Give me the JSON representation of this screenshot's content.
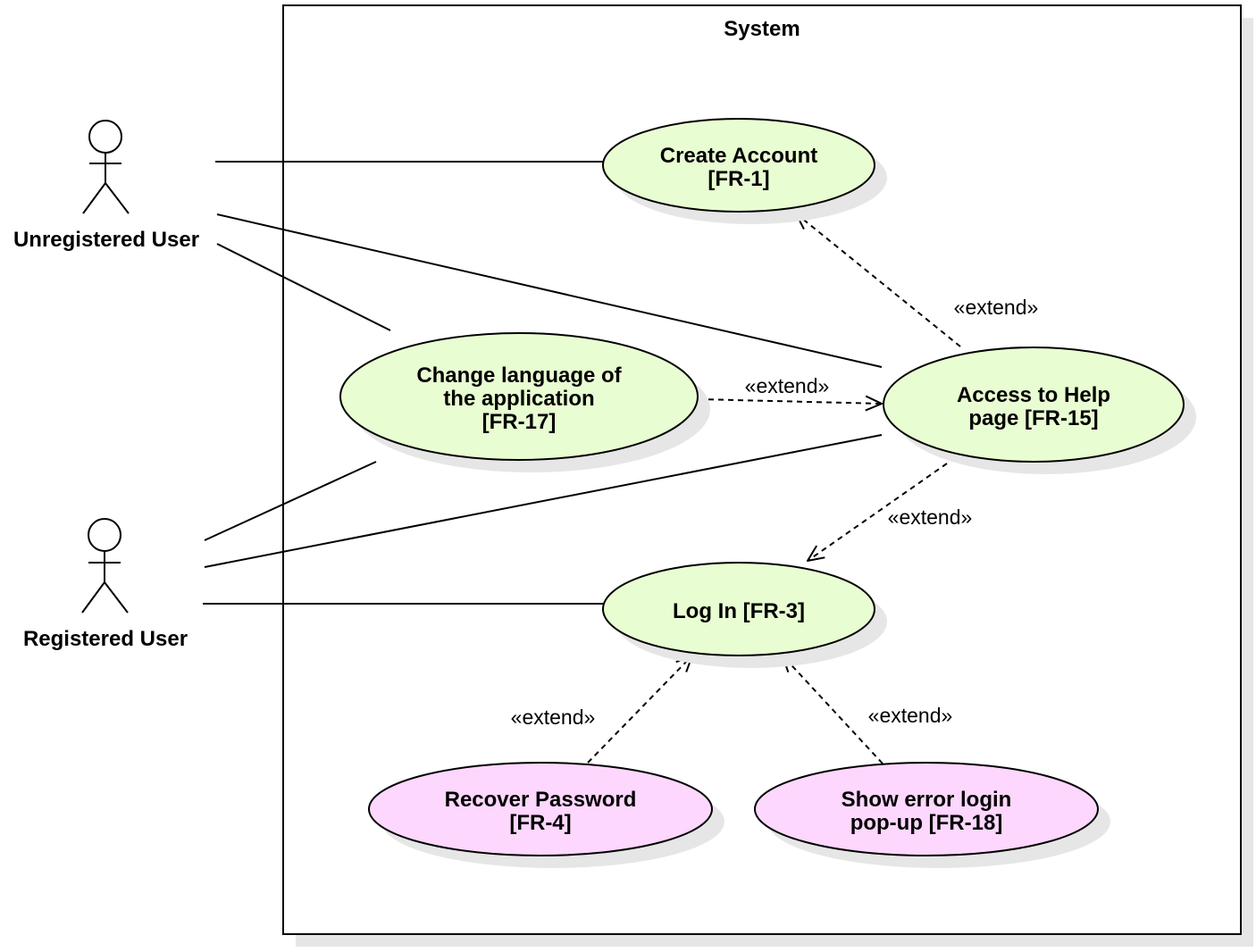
{
  "system": {
    "title": "System"
  },
  "actors": {
    "unregistered": {
      "label": "Unregistered User"
    },
    "registered": {
      "label": "Registered User"
    }
  },
  "use_cases": {
    "create_account": {
      "lines": [
        "Create Account",
        "[FR-1]"
      ],
      "fill": "#e9fdd2"
    },
    "change_language": {
      "lines": [
        "Change language of",
        "the application",
        "[FR-17]"
      ],
      "fill": "#e9fdd2"
    },
    "access_help": {
      "lines": [
        "Access to Help",
        "page [FR-15]"
      ],
      "fill": "#e9fdd2"
    },
    "log_in": {
      "lines": [
        "Log In [FR-3]"
      ],
      "fill": "#e9fdd2"
    },
    "recover_password": {
      "lines": [
        "Recover Password",
        "[FR-4]"
      ],
      "fill": "#fdd7fd"
    },
    "show_error": {
      "lines": [
        "Show error login",
        "pop-up [FR-18]"
      ],
      "fill": "#fdd7fd"
    }
  },
  "extend_labels": {
    "help_to_create": "«extend»",
    "language_to_help": "«extend»",
    "help_to_login": "«extend»",
    "recover_to_login": "«extend»",
    "error_to_login": "«extend»"
  },
  "colors": {
    "stroke": "#000000",
    "shadow": "#e6e6e6",
    "use_case_green": "#e9fdd2",
    "use_case_pink": "#fdd7fd"
  }
}
